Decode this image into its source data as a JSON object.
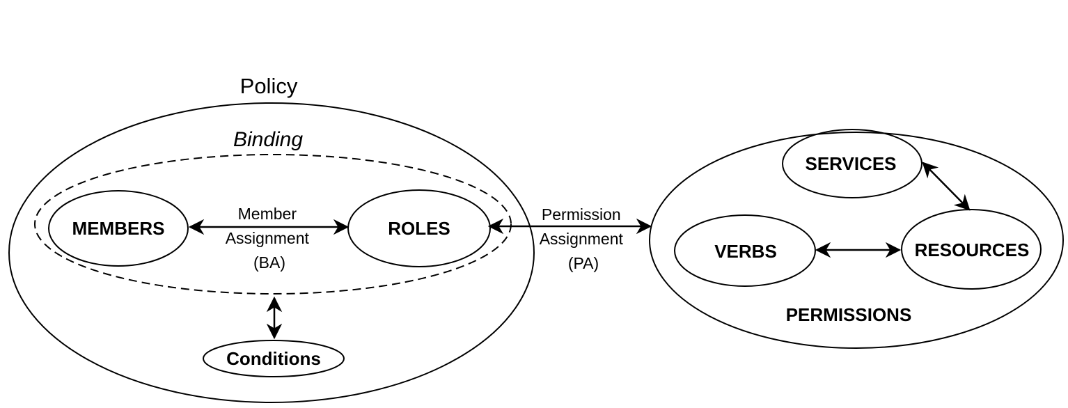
{
  "policy": {
    "title": "Policy",
    "binding_label": "Binding"
  },
  "nodes": {
    "members": "MEMBERS",
    "roles": "ROLES",
    "conditions": "Conditions",
    "services": "SERVICES",
    "verbs": "VERBS",
    "resources": "RESOURCES"
  },
  "permissions": {
    "title": "PERMISSIONS"
  },
  "edges": {
    "member_assignment": [
      "Member",
      "Assignment",
      "(BA)"
    ],
    "permission_assignment": [
      "Permission",
      "Assignment",
      "(PA)"
    ]
  }
}
